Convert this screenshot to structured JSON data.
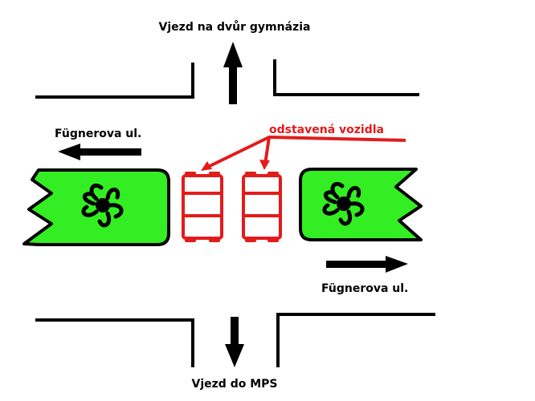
{
  "labels": {
    "top_exit": "Vjezd na dvůr gymnázia",
    "street_left": "Fügnerova ul.",
    "street_right": "Fügnerova ul.",
    "parked_vehicles": "odstavená vozidla",
    "bottom_exit": "Vjezd do MPS"
  },
  "colors": {
    "island": "#33ee22",
    "vehicles": "#e31b1b",
    "ink": "#000000"
  },
  "icons": {
    "island_plant": "flower-icon",
    "direction": "arrow-icon"
  }
}
